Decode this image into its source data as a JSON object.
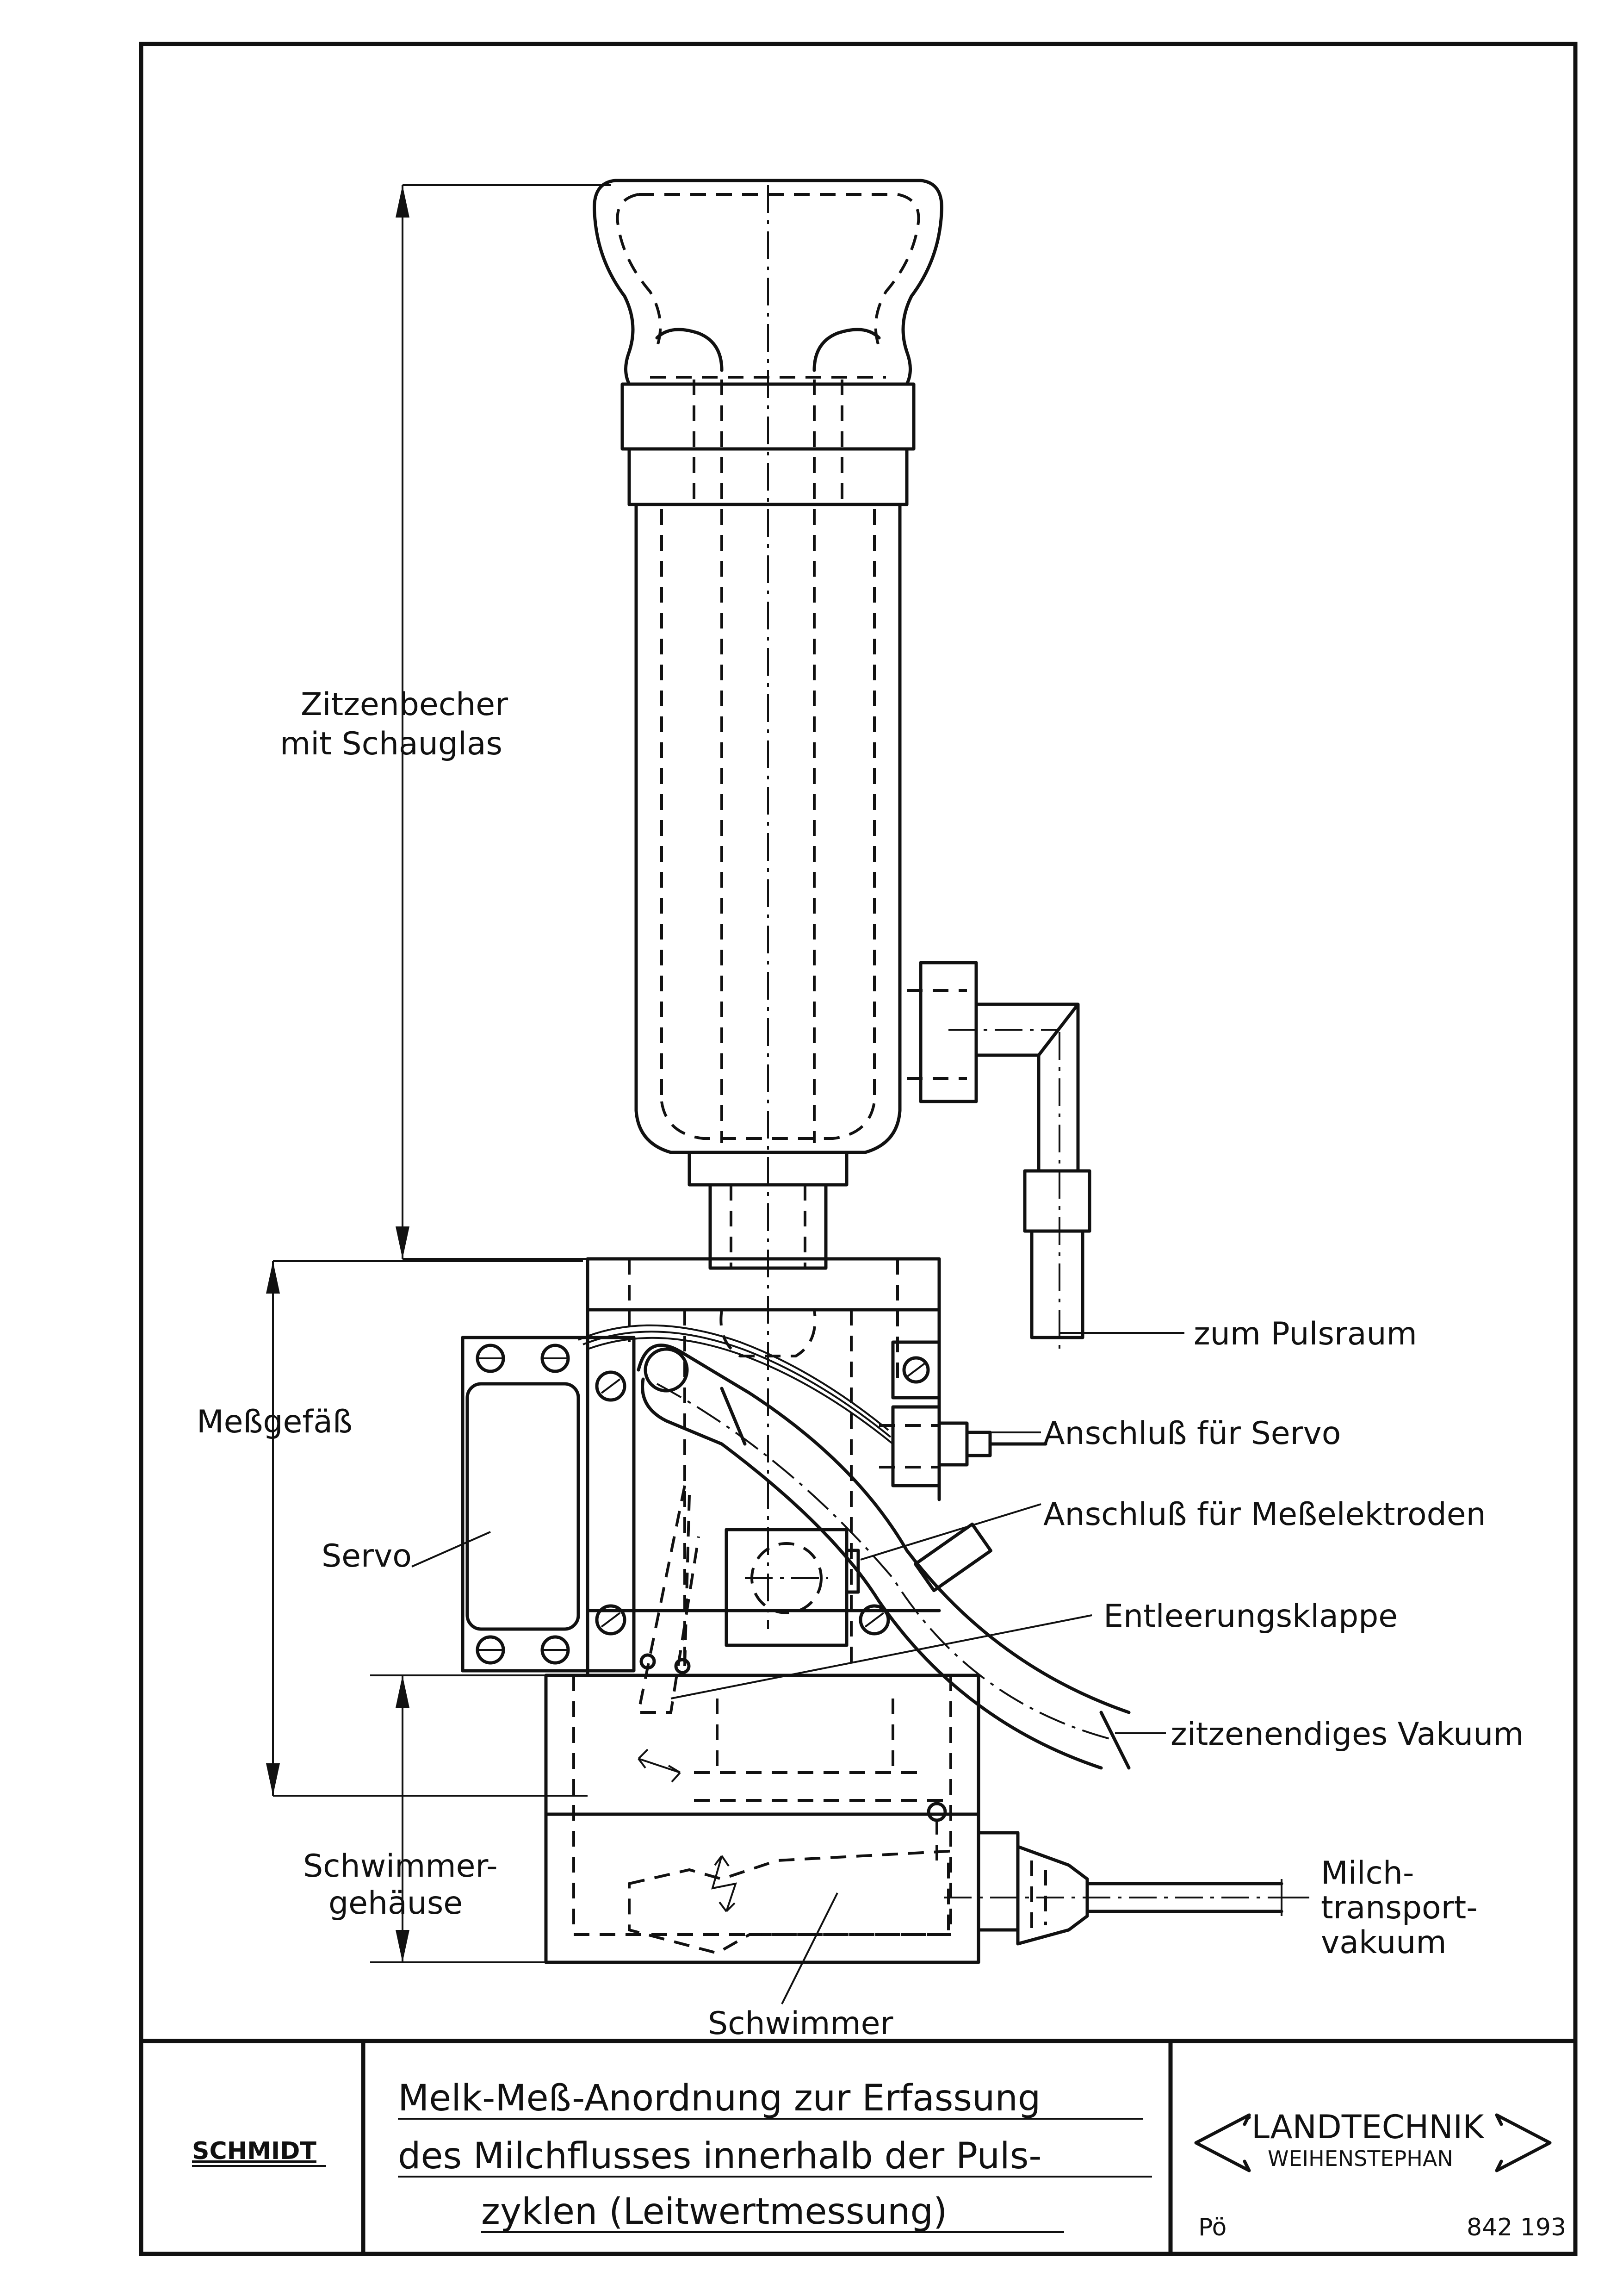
{
  "labels": {
    "zitzenbecher_1": "Zitzenbecher",
    "zitzenbecher_2": "mit Schauglas",
    "messgefaess": "Meßgefäß",
    "servo": "Servo",
    "schwimmergehaeuse_1": "Schwimmer-",
    "schwimmergehaeuse_2": "gehäuse",
    "schwimmer": "Schwimmer",
    "zum_pulsraum": "zum Pulsraum",
    "anschluss_servo": "Anschluß für Servo",
    "anschluss_elektroden": "Anschluß für Meßelektroden",
    "entleerungsklappe": "Entleerungsklappe",
    "zitzenendiges_vakuum": "zitzenendiges Vakuum",
    "milch_1": "Milch-",
    "milch_2": "transport-",
    "milch_3": "vakuum"
  },
  "title_block": {
    "author": "SCHMIDT",
    "title_line1": "Melk-Meß-Anordnung zur Erfassung",
    "title_line2": "des Milchflusses innerhalb der Puls-",
    "title_line3": "zyklen  (Leitwertmessung)",
    "logo_line1": "LANDTECHNIK",
    "logo_line2": "WEIHENSTEPHAN",
    "initials": "Pö",
    "drawing_number": "842 193"
  }
}
